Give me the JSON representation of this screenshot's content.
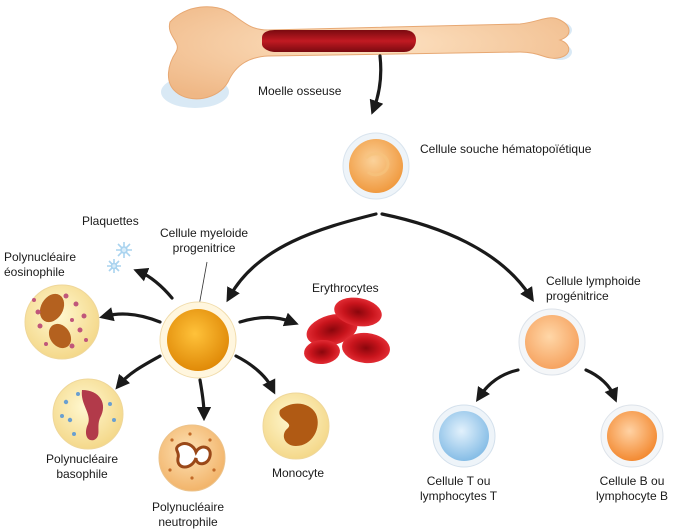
{
  "labels": {
    "bone_marrow": "Moelle osseuse",
    "stem_cell": "Cellule souche hématopoïétique",
    "platelets": "Plaquettes",
    "myeloid": [
      "Cellule myeloide",
      "progenitrice"
    ],
    "eosinophil": [
      "Polynucléaire",
      "éosinophile"
    ],
    "erythrocytes": "Erythrocytes",
    "lymphoid": [
      "Cellule lymphoide",
      "progénitrice"
    ],
    "basophil": [
      "Polynucléaire",
      "basophile"
    ],
    "neutrophil": [
      "Polynucléaire",
      "neutrophile"
    ],
    "monocyte": "Monocyte",
    "t_cell": [
      "Cellule T ou",
      "lymphocytes T"
    ],
    "b_cell": [
      "Cellule B ou",
      "lymphocyte B"
    ]
  },
  "colors": {
    "bone": "#f6cda3",
    "marrow": "#a5121a",
    "stem_cell": "#f7b46a",
    "myeloid": "#f3a418",
    "lymphoid": "#fbbd84",
    "t_cell": "#a9d0ee",
    "b_cell": "#f9ab5e",
    "erythrocyte": "#d4151f",
    "monocyte_nucleus": "#b05a14",
    "arrow": "#1a1a1a"
  }
}
